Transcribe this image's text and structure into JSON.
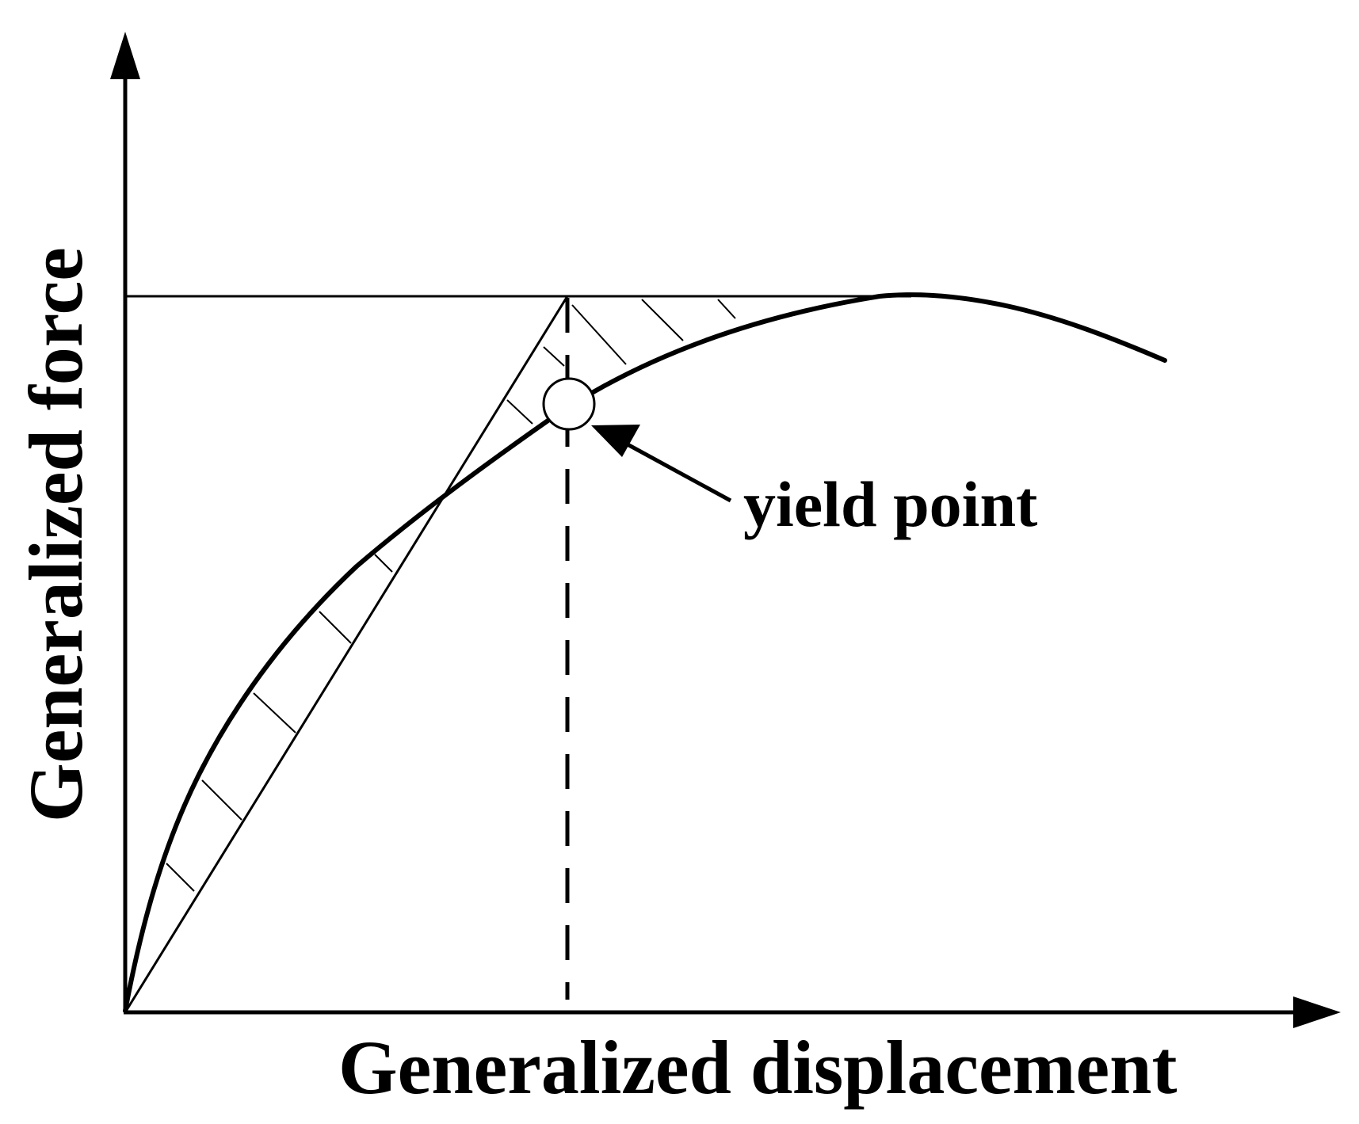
{
  "diagram": {
    "x_axis_label": "Generalized displacement",
    "y_axis_label": "Generalized force",
    "annotation": "yield point"
  },
  "colors": {
    "background": "#ffffff",
    "ink": "#000000",
    "marker_fill": "#ffffff"
  }
}
